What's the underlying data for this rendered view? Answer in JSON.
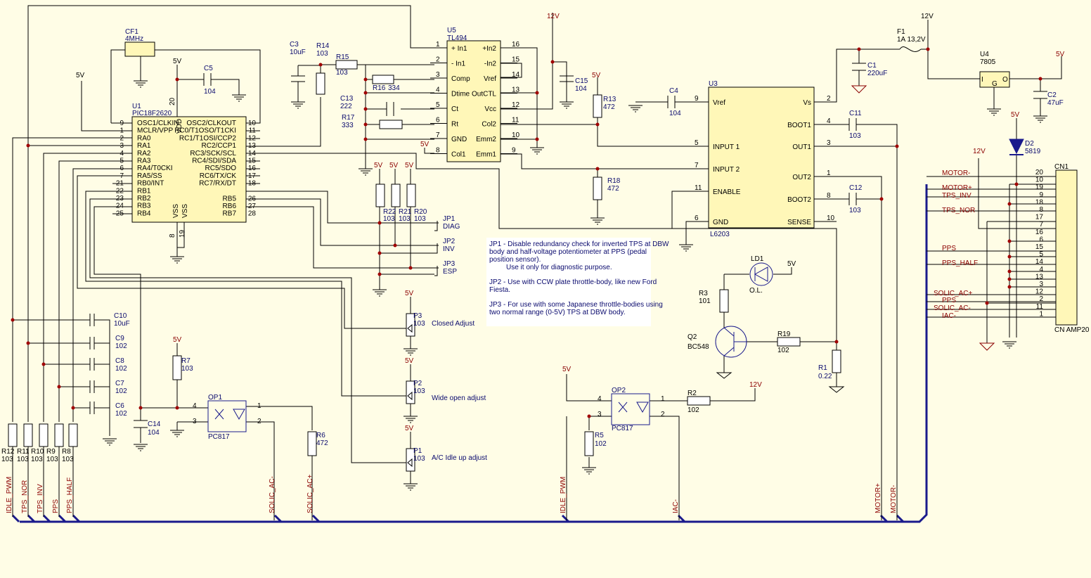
{
  "parts": {
    "cf1": {
      "ref": "CF1",
      "value": "4MHz"
    },
    "u1": {
      "ref": "U1",
      "value": "PIC18F2620"
    },
    "u5": {
      "ref": "U5",
      "value": "TL494"
    },
    "u3": {
      "ref": "U3",
      "value": "L6203"
    },
    "u4": {
      "ref": "U4",
      "value": "7805"
    },
    "f1": {
      "ref": "F1",
      "value": "1A 13,2V"
    },
    "c1": {
      "ref": "C1",
      "value": "220uF"
    },
    "c2": {
      "ref": "C2",
      "value": "47uF"
    },
    "c3": {
      "ref": "C3",
      "value": "10uF"
    },
    "c4": {
      "ref": "C4",
      "value": "104"
    },
    "c5": {
      "ref": "C5",
      "value": "104"
    },
    "c6": {
      "ref": "C6",
      "value": "102"
    },
    "c7": {
      "ref": "C7",
      "value": "102"
    },
    "c8": {
      "ref": "C8",
      "value": "102"
    },
    "c9": {
      "ref": "C9",
      "value": "102"
    },
    "c10": {
      "ref": "C10",
      "value": "10uF"
    },
    "c11": {
      "ref": "C11",
      "value": "103"
    },
    "c12": {
      "ref": "C12",
      "value": "103"
    },
    "c13": {
      "ref": "C13",
      "value": "222"
    },
    "c14": {
      "ref": "C14",
      "value": "104"
    },
    "c15": {
      "ref": "C15",
      "value": "104"
    },
    "r1": {
      "ref": "R1",
      "value": "0.22"
    },
    "r2": {
      "ref": "R2",
      "value": "102"
    },
    "r3": {
      "ref": "R3",
      "value": "101"
    },
    "r5": {
      "ref": "R5",
      "value": "102"
    },
    "r6": {
      "ref": "R6",
      "value": "472"
    },
    "r7": {
      "ref": "R7",
      "value": "103"
    },
    "r8": {
      "ref": "R8",
      "value": "103"
    },
    "r9": {
      "ref": "R9",
      "value": "103"
    },
    "r10": {
      "ref": "R10",
      "value": "103"
    },
    "r11": {
      "ref": "R11",
      "value": "103"
    },
    "r12": {
      "ref": "R12",
      "value": "103"
    },
    "r13": {
      "ref": "R13",
      "value": "472"
    },
    "r14": {
      "ref": "R14",
      "value": "103"
    },
    "r15": {
      "ref": "R15",
      "value": "103"
    },
    "r16": {
      "ref": "R16",
      "value": "334"
    },
    "r17": {
      "ref": "R17",
      "value": "333"
    },
    "r18": {
      "ref": "R18",
      "value": "472"
    },
    "r19": {
      "ref": "R19",
      "value": "102"
    },
    "r20": {
      "ref": "R20",
      "value": "103"
    },
    "r21": {
      "ref": "R21",
      "value": "103"
    },
    "r22": {
      "ref": "R22",
      "value": "103"
    },
    "p1": {
      "ref": "P1",
      "value": "103",
      "desc": "A/C Idle up adjust"
    },
    "p2": {
      "ref": "P2",
      "value": "103",
      "desc": "Wide open adjust"
    },
    "p3": {
      "ref": "P3",
      "value": "103",
      "desc": "Closed Adjust"
    },
    "op1": {
      "ref": "OP1",
      "value": "PC817"
    },
    "op2": {
      "ref": "OP2",
      "value": "PC817"
    },
    "q2": {
      "ref": "Q2",
      "value": "BC548"
    },
    "d2": {
      "ref": "D2",
      "value": "5819"
    },
    "ld1": {
      "ref": "LD1",
      "value": "O.L."
    },
    "cn1": {
      "ref": "CN1",
      "value": "CN AMP20"
    },
    "jp1": {
      "ref": "JP1",
      "value": "DIAG"
    },
    "jp2": {
      "ref": "JP2",
      "value": "INV"
    },
    "jp3": {
      "ref": "JP3",
      "value": "ESP"
    }
  },
  "u1_left_pins": [
    {
      "num": "9",
      "name": "OSC1/CLKIN"
    },
    {
      "num": "1",
      "name": "MCLR/VPP"
    },
    {
      "num": "2",
      "name": "RA0"
    },
    {
      "num": "3",
      "name": "RA1"
    },
    {
      "num": "4",
      "name": "RA2"
    },
    {
      "num": "5",
      "name": "RA3"
    },
    {
      "num": "6",
      "name": "RA4/T0CKI"
    },
    {
      "num": "7",
      "name": "RA5/SS"
    },
    {
      "num": "21",
      "name": "RB0/INT"
    },
    {
      "num": "22",
      "name": "RB1"
    },
    {
      "num": "23",
      "name": "RB2"
    },
    {
      "num": "24",
      "name": "RB3"
    },
    {
      "num": "25",
      "name": "RB4"
    }
  ],
  "u1_right_pins": [
    {
      "num": "10",
      "name": "OSC2/CLKOUT"
    },
    {
      "num": "11",
      "name": "RC0/T1OSO/T1CKI"
    },
    {
      "num": "12",
      "name": "RC1/T1OSI/CCP2"
    },
    {
      "num": "13",
      "name": "RC2/CCP1"
    },
    {
      "num": "14",
      "name": "RC3/SCK/SCL"
    },
    {
      "num": "15",
      "name": "RC4/SDI/SDA"
    },
    {
      "num": "16",
      "name": "RC5/SDO"
    },
    {
      "num": "17",
      "name": "RC6/TX/CK"
    },
    {
      "num": "18",
      "name": "RC7/RX/DT"
    },
    {
      "num": "26",
      "name": "RB5"
    },
    {
      "num": "27",
      "name": "RB6"
    },
    {
      "num": "28",
      "name": "RB7"
    }
  ],
  "u1_other": {
    "vdd_pin": "20",
    "vdd_name": "VDD",
    "vss_pin_a": "8",
    "vss_pin_b": "19",
    "vss_name": "VSS"
  },
  "u5_left_pins": [
    {
      "num": "1",
      "name": "+ In1"
    },
    {
      "num": "2",
      "name": "- In1"
    },
    {
      "num": "3",
      "name": "Comp"
    },
    {
      "num": "4",
      "name": "Dtime"
    },
    {
      "num": "5",
      "name": "Ct"
    },
    {
      "num": "6",
      "name": "Rt"
    },
    {
      "num": "7",
      "name": "GND"
    },
    {
      "num": "8",
      "name": "Col1"
    }
  ],
  "u5_right_pins": [
    {
      "num": "16",
      "name": "+In2"
    },
    {
      "num": "15",
      "name": "-In2"
    },
    {
      "num": "14",
      "name": "Vref"
    },
    {
      "num": "13",
      "name": "OutCTL"
    },
    {
      "num": "12",
      "name": "Vcc"
    },
    {
      "num": "11",
      "name": "Col2"
    },
    {
      "num": "10",
      "name": "Emm2"
    },
    {
      "num": "9",
      "name": "Emm1"
    }
  ],
  "u3_left_pins": [
    {
      "num": "9",
      "name": "Vref"
    },
    {
      "num": "5",
      "name": "INPUT 1"
    },
    {
      "num": "7",
      "name": "INPUT 2"
    },
    {
      "num": "11",
      "name": "ENABLE"
    },
    {
      "num": "6",
      "name": "GND"
    }
  ],
  "u3_right_pins": [
    {
      "num": "2",
      "name": "Vs"
    },
    {
      "num": "4",
      "name": "BOOT1"
    },
    {
      "num": "3",
      "name": "OUT1"
    },
    {
      "num": "1",
      "name": "OUT2"
    },
    {
      "num": "8",
      "name": "BOOT2"
    },
    {
      "num": "10",
      "name": "SENSE"
    }
  ],
  "u4_pins": {
    "in": "I",
    "gnd": "G",
    "out": "O"
  },
  "cn1_pins": [
    "20",
    "10",
    "19",
    "9",
    "18",
    "8",
    "17",
    "7",
    "16",
    "6",
    "15",
    "5",
    "14",
    "4",
    "13",
    "3",
    "12",
    "2",
    "11",
    "1"
  ],
  "cn1_nets": [
    "MOTOR-",
    "MOTOR+",
    "TPS_INV",
    "TPS_NOR",
    "PPS",
    "PPS_HALF",
    "SOLIC_AC+",
    "PPS",
    "SOLIC_AC-",
    "IAC-"
  ],
  "rails": {
    "v5": "5V",
    "v12": "12V"
  },
  "bus_labels": [
    "IDLE_PWM",
    "TPS_NOR",
    "TPS_INV",
    "PPS",
    "PPS_HALF",
    "SOLIC_AC-",
    "SOLIC_AC+",
    "IDLE_PWM",
    "IAC-",
    "MOTOR+",
    "MOTOR-"
  ],
  "notes": {
    "jp1_line1": "JP1 - Disable redundancy check for inverted TPS at DBW",
    "jp1_line2": "body and half-voltage potentiometer at PPS (pedal",
    "jp1_line3": "position sensor).",
    "jp1_line4": "Use it only for diagnostic purpose.",
    "jp2_line1": "JP2 - Use with CCW plate throttle-body, like  new Ford",
    "jp2_line2": "Fiesta.",
    "jp3_line1": "JP3 - For use with some Japanese throttle-bodies using",
    "jp3_line2": "two normal range (0-5V) TPS at DBW body."
  }
}
